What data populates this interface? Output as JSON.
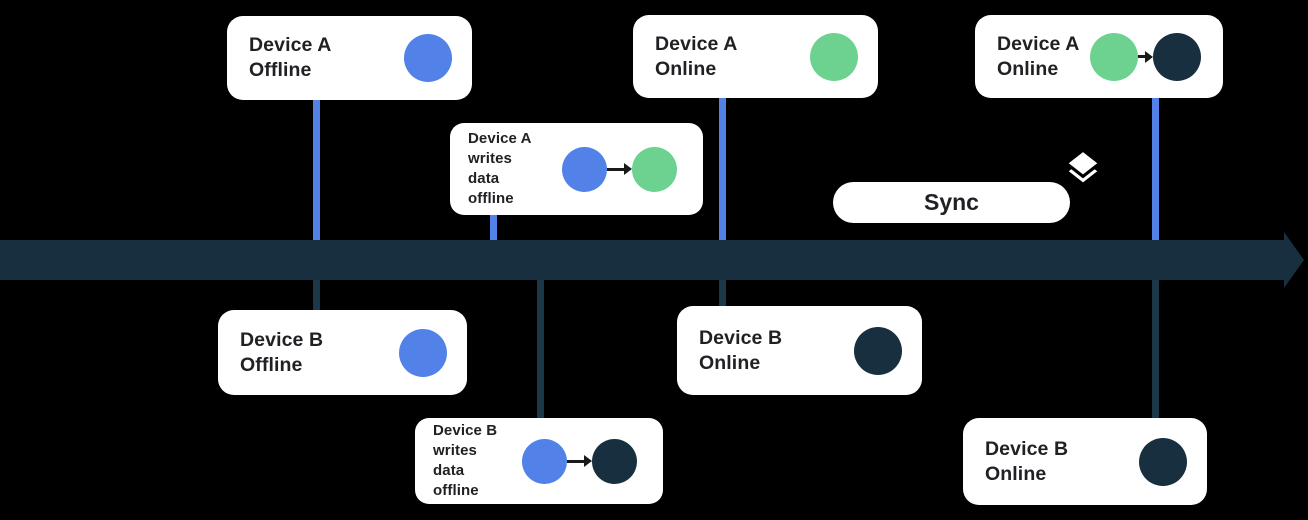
{
  "colors": {
    "background": "#000000",
    "blue": "#5282E8",
    "green": "#6DD190",
    "navy": "#172F3F",
    "navy_line": "#1C3848",
    "card_bg": "#FFFFFF",
    "text": "#202124",
    "arrow": "#1A1A1A"
  },
  "sync_button": {
    "label": "Sync"
  },
  "icons": {
    "sync_layers": "layers-icon",
    "timeline_arrowhead": "arrowhead-icon"
  },
  "cards": {
    "a_offline": {
      "label": "Device A\nOffline",
      "dots": [
        "blue"
      ]
    },
    "a_writes": {
      "label": "Device A\nwrites\ndata\noffline",
      "dots": [
        "blue",
        "green"
      ]
    },
    "a_online": {
      "label": "Device A\nOnline",
      "dots": [
        "green"
      ]
    },
    "a_online_synced": {
      "label": "Device A\nOnline",
      "dots": [
        "green",
        "navy"
      ]
    },
    "b_offline": {
      "label": "Device B\nOffline",
      "dots": [
        "blue"
      ]
    },
    "b_writes": {
      "label": "Device B\nwrites\ndata\noffline",
      "dots": [
        "blue",
        "navy"
      ]
    },
    "b_online": {
      "label": "Device B\nOnline",
      "dots": [
        "navy"
      ]
    },
    "b_online_synced": {
      "label": "Device B\nOnline",
      "dots": [
        "navy"
      ]
    }
  }
}
